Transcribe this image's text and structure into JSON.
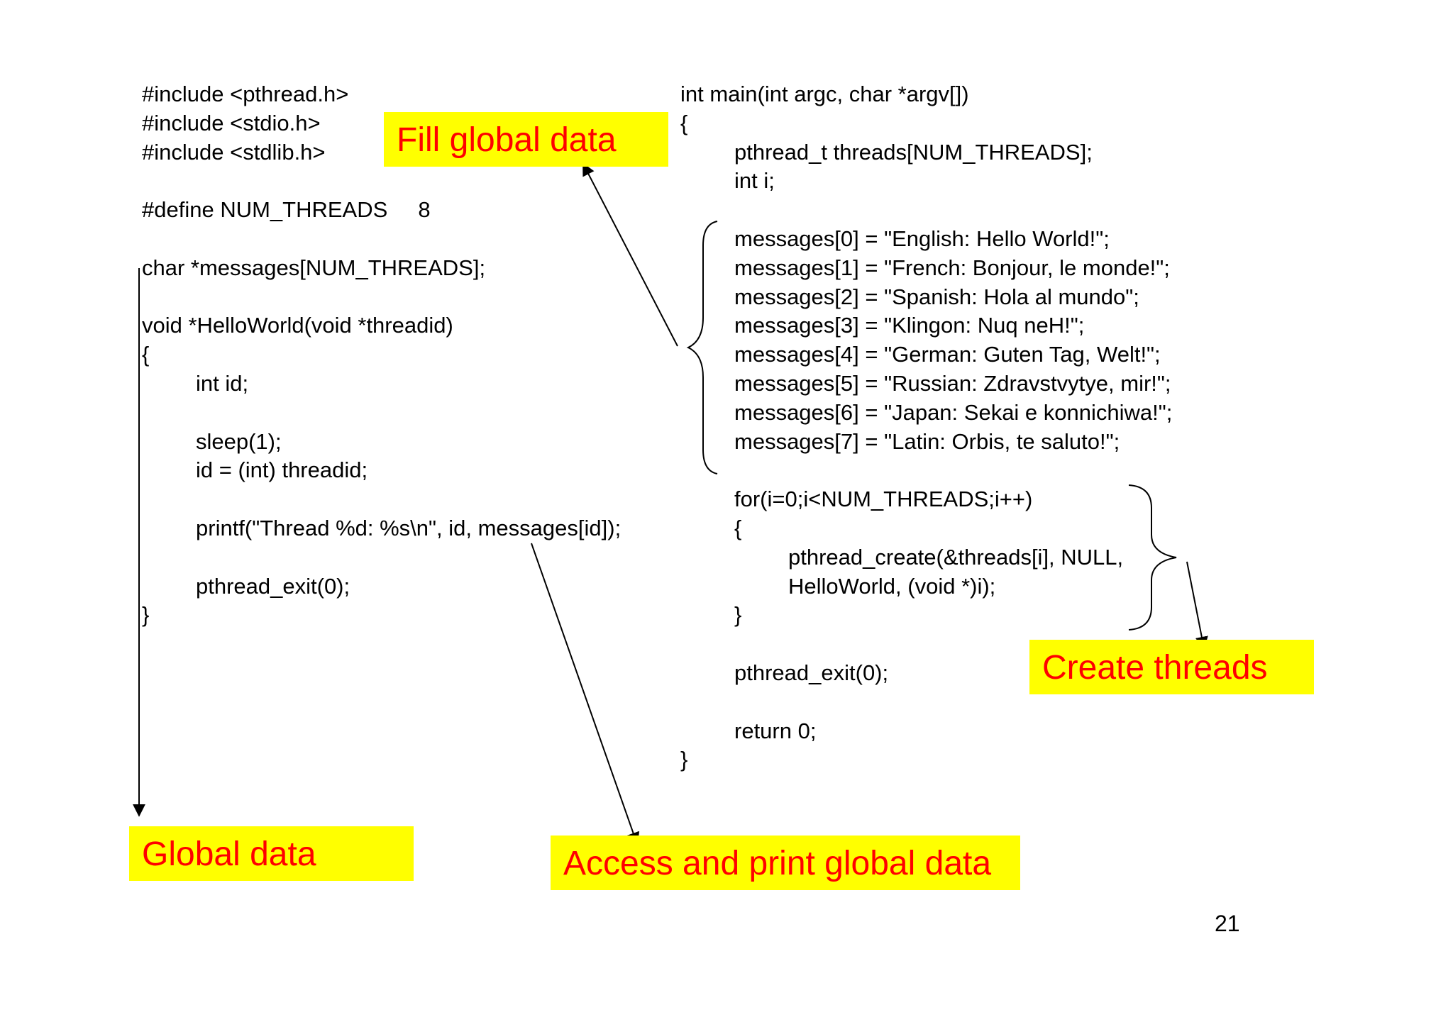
{
  "left_code": [
    "#include <pthread.h>",
    "#include <stdio.h>",
    "#include <stdlib.h>",
    "",
    "#define NUM_THREADS     8",
    "",
    "char *messages[NUM_THREADS];",
    "",
    "void *HelloWorld(void *threadid)",
    "{",
    "int id;",
    "",
    "sleep(1);",
    "id = (int) threadid;",
    "",
    "printf(\"Thread %d: %s\\n\", id, messages[id]);",
    "",
    "pthread_exit(0);",
    "}"
  ],
  "right_code": [
    "int main(int argc, char *argv[])",
    "{",
    "pthread_t threads[NUM_THREADS];",
    "int i;",
    "",
    "messages[0] = \"English: Hello World!\";",
    "messages[1] = \"French: Bonjour, le monde!\";",
    "messages[2] = \"Spanish: Hola al mundo\";",
    "messages[3] = \"Klingon: Nuq neH!\";",
    "messages[4] = \"German: Guten Tag, Welt!\";",
    "messages[5] = \"Russian: Zdravstvytye, mir!\";",
    "messages[6] = \"Japan: Sekai e konnichiwa!\";",
    "messages[7] = \"Latin: Orbis, te saluto!\";",
    "",
    "for(i=0;i<NUM_THREADS;i++)",
    "{",
    "pthread_create(&threads[i], NULL,",
    "HelloWorld, (void *)i);",
    "}",
    "",
    "pthread_exit(0);",
    "",
    "return 0;",
    "}"
  ],
  "callouts": {
    "fill_global": "Fill global data",
    "create_threads": "Create threads",
    "global_data": "Global data",
    "access_print": "Access and print global data"
  },
  "page_number": "21",
  "colors": {
    "callout_background": "#ffff00",
    "callout_text": "#ff0000",
    "code_text": "#000000"
  }
}
